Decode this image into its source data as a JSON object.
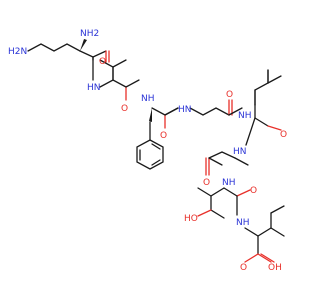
{
  "colors": {
    "background": "#ffffff",
    "bond": "#1a1a1a",
    "oxygen": "#e8302a",
    "nitrogen": "#2b35d6"
  },
  "atom_labels": {
    "nh2_side": "H2N",
    "nh2_alpha": "NH2",
    "nh": "NH",
    "hn": "HN",
    "o": "O",
    "ho": "HO",
    "oh": "OH"
  }
}
